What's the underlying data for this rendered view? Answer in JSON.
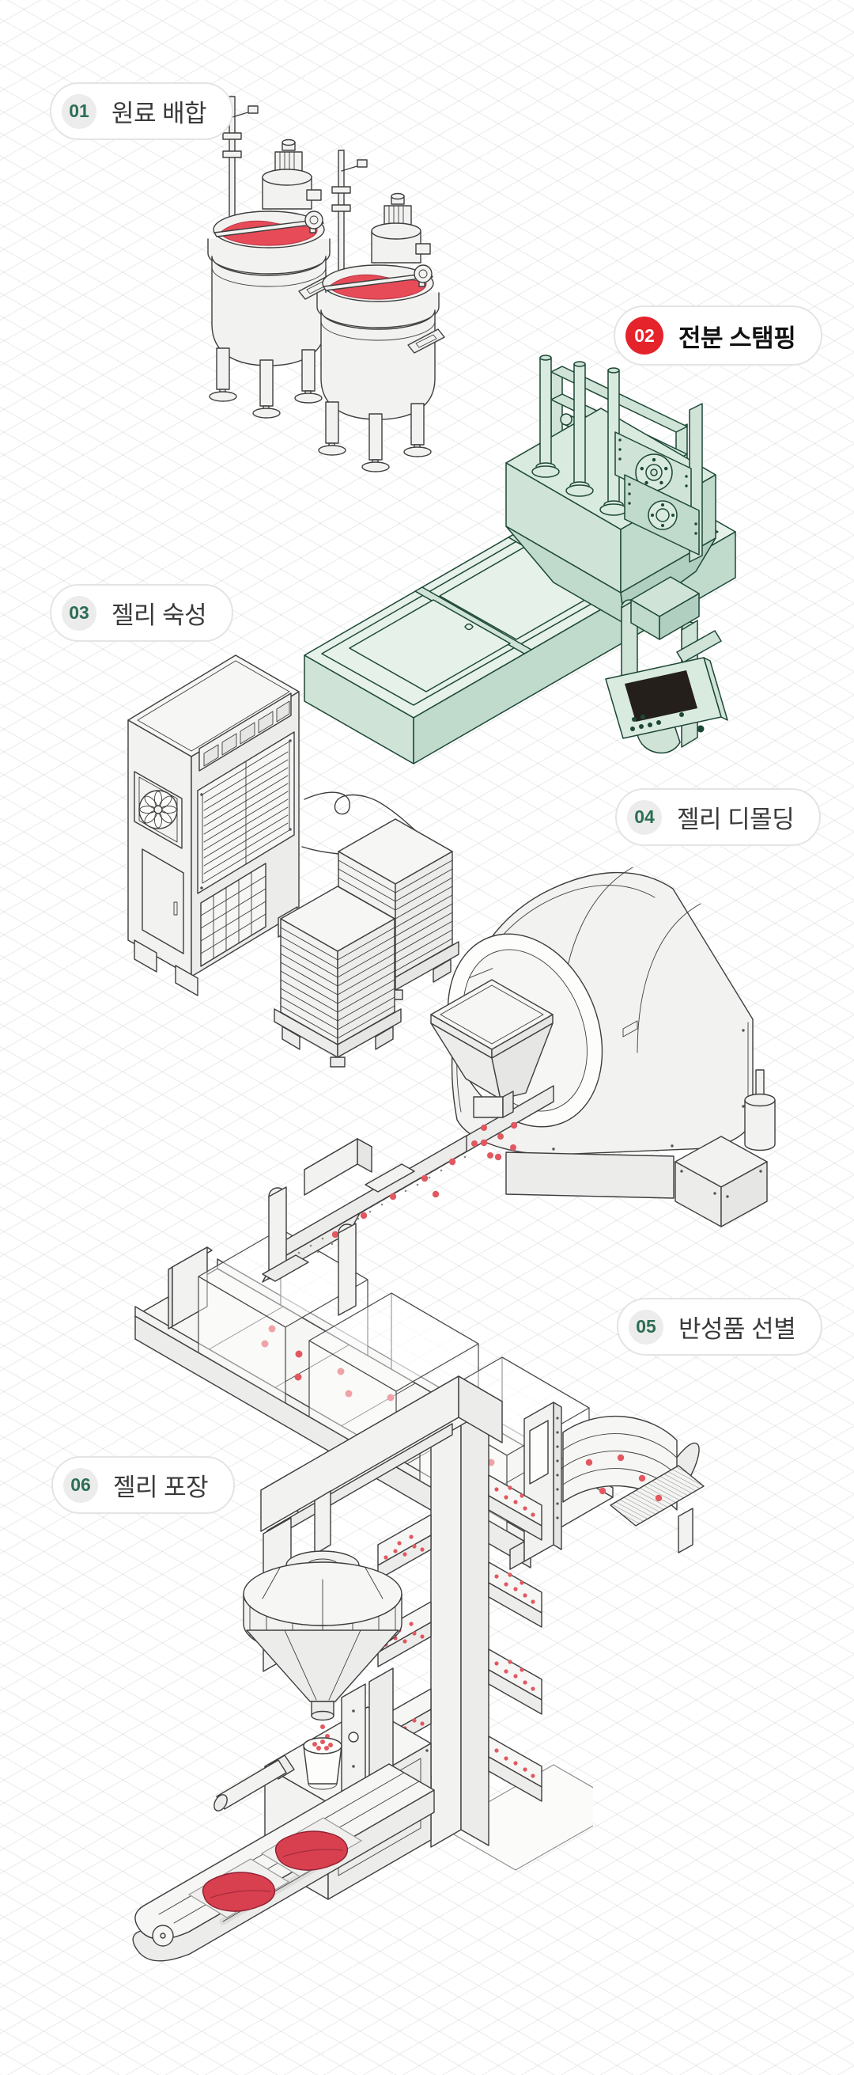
{
  "colors": {
    "grid_line": "rgba(150,170,158,0.22)",
    "accent_red": "#e5232b",
    "badge_bg": "#ececec",
    "badge_num": "#2c6e54",
    "green_fill": "#d9eadf",
    "green_stroke": "#1d4737",
    "jelly_red": "#e84b58",
    "dot_red": "#e25860",
    "pouch_red": "#d8404f",
    "tray_dot_pink": "#eca3ab"
  },
  "steps": [
    {
      "number": "01",
      "label": "원료 배합",
      "highlighted": false
    },
    {
      "number": "02",
      "label": "전분 스탬핑",
      "highlighted": true
    },
    {
      "number": "03",
      "label": "젤리 숙성",
      "highlighted": false
    },
    {
      "number": "04",
      "label": "젤리 디몰딩",
      "highlighted": false
    },
    {
      "number": "05",
      "label": "반성품 선별",
      "highlighted": false
    },
    {
      "number": "06",
      "label": "젤리 포장",
      "highlighted": false
    }
  ],
  "illustrations": [
    "mixing-tanks",
    "starch-stamping-machine",
    "cooling-unit-and-tray-stacks",
    "demolding-drum-machine",
    "sorting-conveyor",
    "packaging-machine"
  ]
}
